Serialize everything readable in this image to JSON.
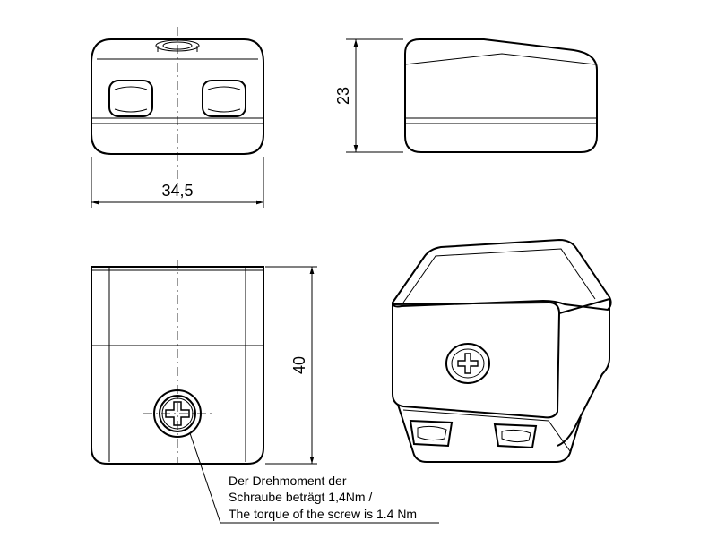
{
  "dimensions": {
    "width_label": "34,5",
    "height_label": "23",
    "length_label": "40"
  },
  "note": {
    "line1": "Der Drehmoment der",
    "line2": "Schraube beträgt 1,4Nm /",
    "line3": "The torque of the screw is 1.4 Nm"
  }
}
